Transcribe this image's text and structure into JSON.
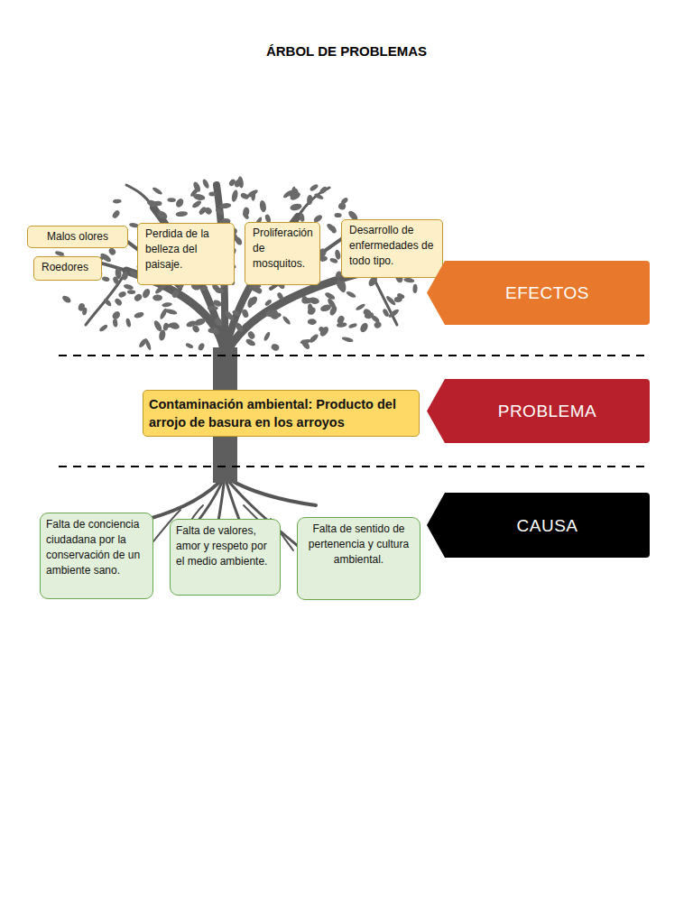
{
  "diagram": {
    "title": "ÁRBOL DE PROBLEMAS",
    "nodes": [
      {
        "text": [
          "Malos olores"
        ]
      },
      {
        "text": [
          "Roedores"
        ]
      },
      {
        "text": [
          "Perdida de la belleza del paisaje."
        ]
      },
      {
        "text": [
          "Proliferación de mosquitos."
        ]
      },
      {
        "text": [
          "Desarrollo de enfermedades de todo tipo."
        ]
      },
      {
        "text": [
          "EFECTOS"
        ]
      },
      {
        "text": [
          "Contaminación ambiental: Producto del arrojo de basura en los arroyos"
        ]
      },
      {
        "text": [
          "PROBLEMA"
        ]
      },
      {
        "text": [
          "Falta de conciencia ciudadana por la conservación de un ambiente sano."
        ]
      },
      {
        "text": [
          "Falta de valores, amor y respeto por el medio ambiente."
        ]
      },
      {
        "text": [
          "Falta de sentido de pertenencia y cultura ambiental."
        ]
      },
      {
        "text": [
          "CAUSA"
        ]
      }
    ]
  }
}
